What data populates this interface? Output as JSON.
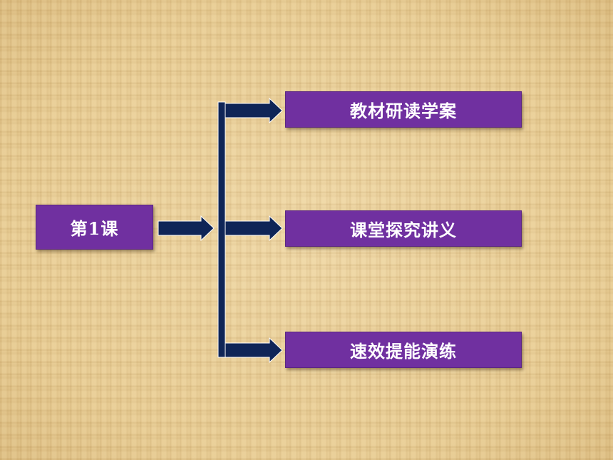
{
  "root": {
    "label": "第1课"
  },
  "items": [
    {
      "label": "教材研读学案"
    },
    {
      "label": "课堂探究讲义"
    },
    {
      "label": "速效提能演练"
    }
  ],
  "colors": {
    "box_fill": "#7030a0",
    "box_text": "#ffffff",
    "connector": "#0f2557",
    "background": "#e9cf98"
  }
}
